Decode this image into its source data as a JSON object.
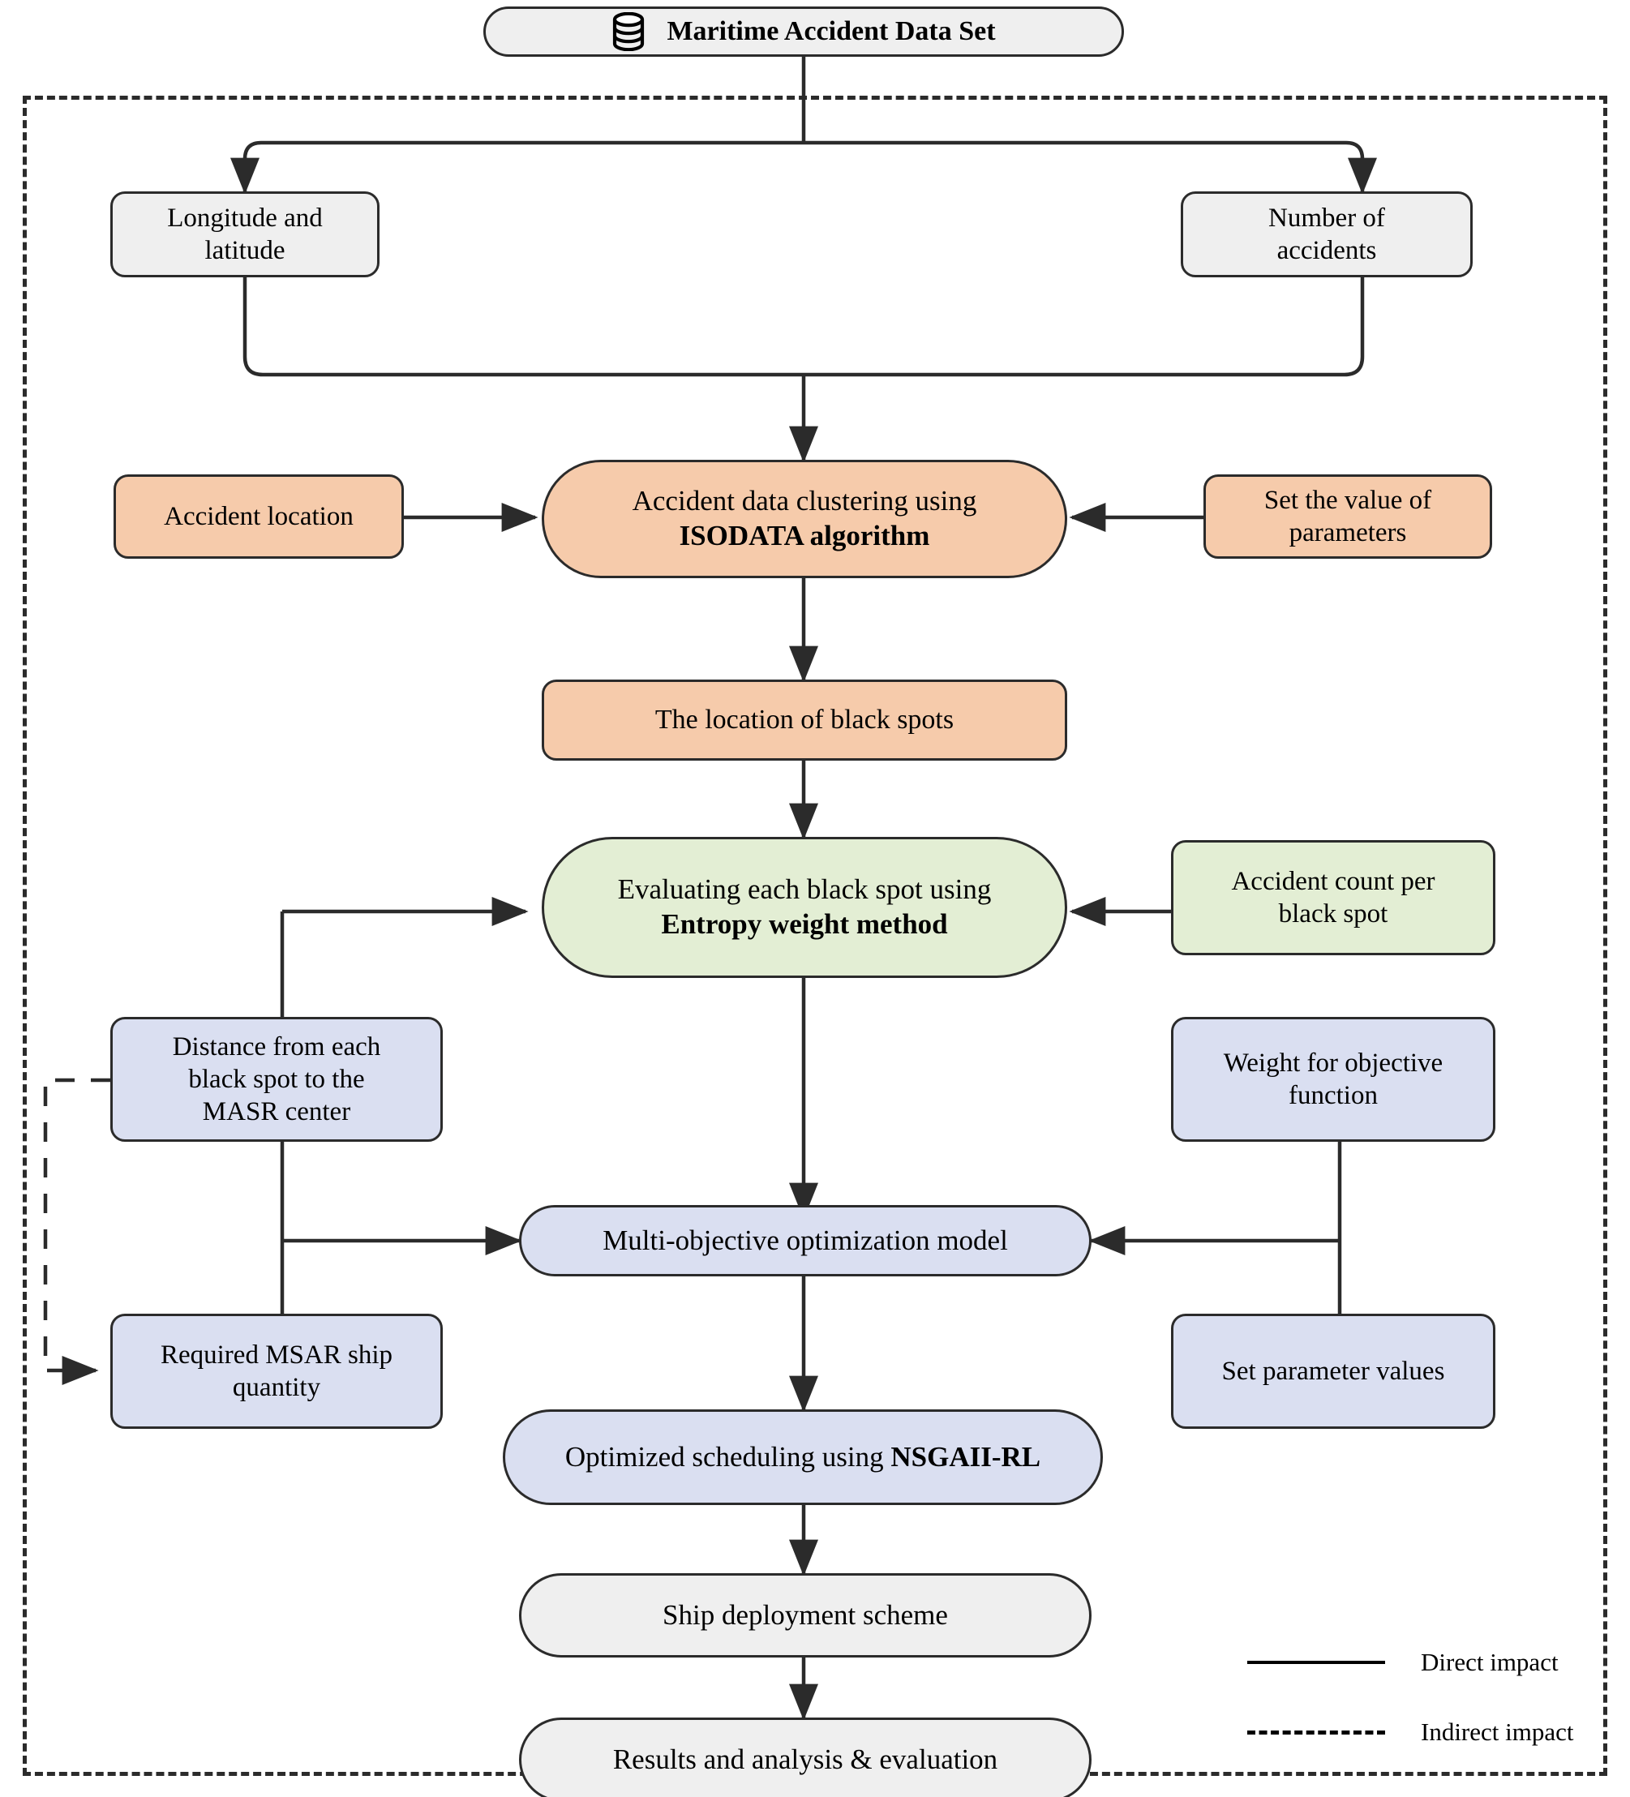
{
  "diagram": {
    "title": "Maritime Accident Data Set",
    "icon": "database-icon",
    "colors": {
      "gray": "#efefef",
      "orange": "#f6cbab",
      "green": "#e3eed4",
      "blue": "#dadff1",
      "stroke": "#2b2b2b"
    }
  },
  "nodes": {
    "dataset": {
      "label": "Maritime Accident Data Set"
    },
    "longitude_latitude": {
      "line1": "Longitude and",
      "line2": "latitude"
    },
    "number_of_accidents": {
      "line1": "Number of",
      "line2": "accidents"
    },
    "accident_location": {
      "label": "Accident location"
    },
    "isodata": {
      "line1": "Accident data clustering using",
      "line2": "ISODATA algorithm"
    },
    "set_value_parameters": {
      "line1": "Set the value of",
      "line2": "parameters"
    },
    "black_spots_location": {
      "label": "The location of black spots"
    },
    "entropy": {
      "line1": "Evaluating each black spot using",
      "line2": "Entropy weight method"
    },
    "accident_count_per_spot": {
      "line1": "Accident count per",
      "line2": "black spot"
    },
    "distance_masr": {
      "line1": "Distance from each",
      "line2": "black spot to the",
      "line3": "MASR center"
    },
    "weight_objective": {
      "line1": "Weight for objective",
      "line2": "function"
    },
    "multi_objective": {
      "label": "Multi-objective optimization model"
    },
    "required_ships": {
      "line1": "Required MSAR ship",
      "line2": "quantity"
    },
    "set_parameter_values": {
      "label": "Set parameter values"
    },
    "nsgaii": {
      "line1": "Optimized scheduling using ",
      "line2": "NSGAII-RL"
    },
    "ship_deployment": {
      "label": "Ship deployment scheme"
    },
    "results": {
      "label": "Results and analysis & evaluation"
    }
  },
  "legend": {
    "direct": "Direct impact",
    "indirect": "Indirect impact"
  }
}
